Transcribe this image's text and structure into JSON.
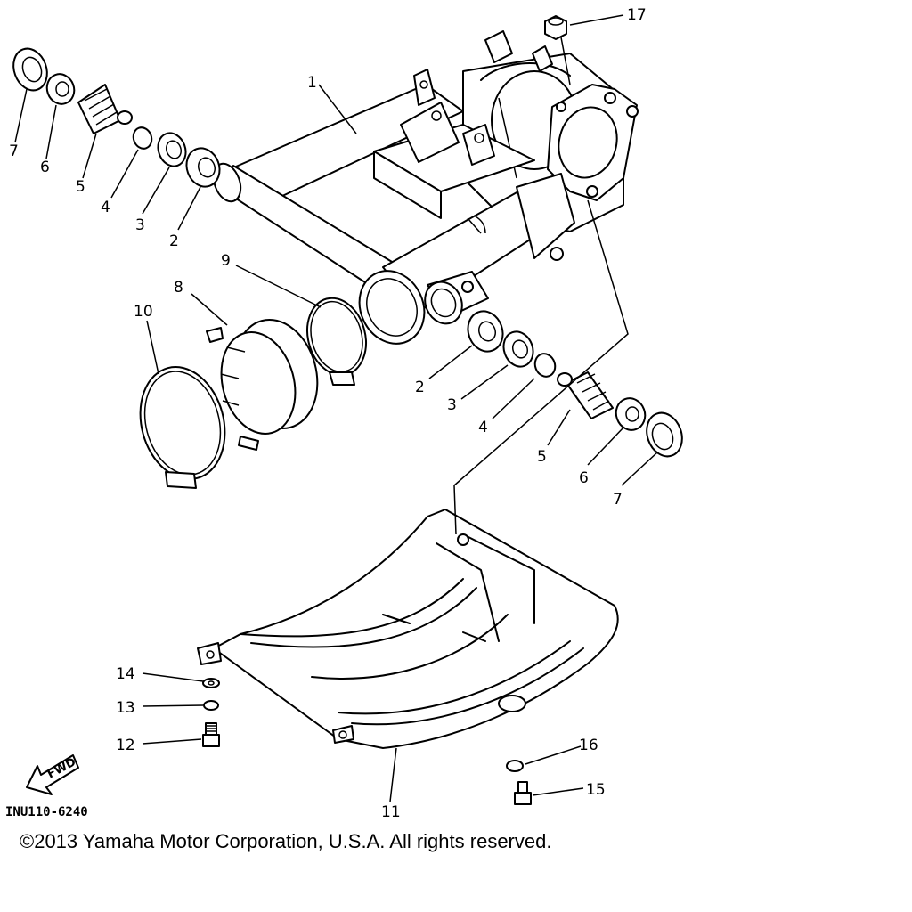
{
  "callouts": {
    "c1": "1",
    "c2a": "2",
    "c3a": "3",
    "c4a": "4",
    "c5a": "5",
    "c6a": "6",
    "c7a": "7",
    "c2b": "2",
    "c3b": "3",
    "c4b": "4",
    "c5b": "5",
    "c6b": "6",
    "c7b": "7",
    "c8": "8",
    "c9": "9",
    "c10": "10",
    "c11": "11",
    "c12": "12",
    "c13": "13",
    "c14": "14",
    "c15": "15",
    "c16": "16",
    "c17": "17"
  },
  "fwd_label": "FWD",
  "diagram_code": "INU110-6240",
  "copyright": "©2013 Yamaha Motor Corporation, U.S.A. All rights reserved."
}
